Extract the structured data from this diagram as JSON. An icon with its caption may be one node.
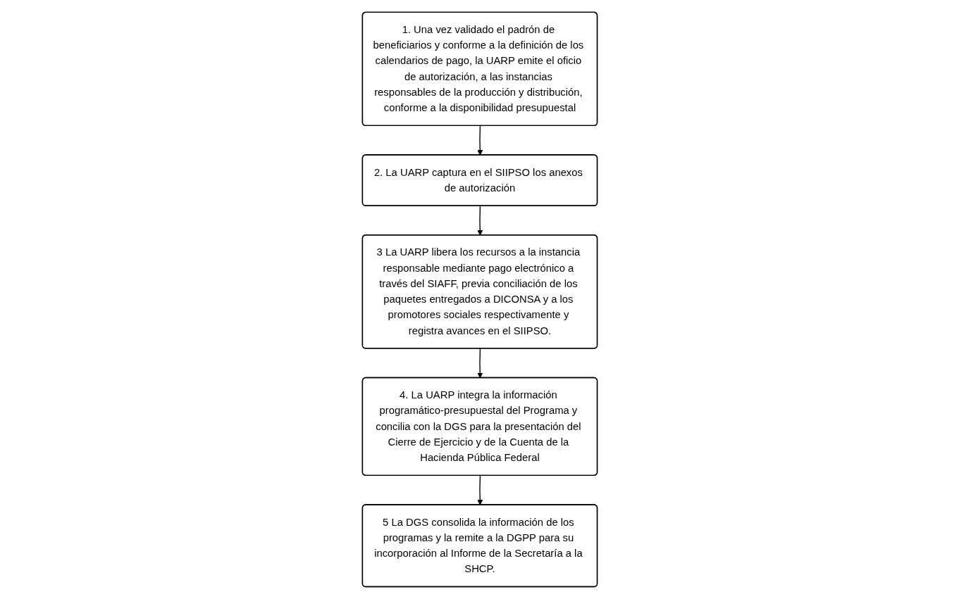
{
  "diagram": {
    "nodes": [
      {
        "text": [
          "1. Una vez validado el padrón de beneficiarios y conforme a la definición de los calendarios de pago, la UARP emite el oficio de autorización, a las instancias responsables de la producción y distribución, conforme a la disponibilidad presupuestal"
        ]
      },
      {
        "text": [
          "2. La UARP captura en el SIIPSO los anexos de autorización"
        ]
      },
      {
        "text": [
          "3 La UARP libera los recursos a la instancia responsable mediante pago electrónico a través del SIAFF, previa conciliación de los paquetes entregados a DICONSA y a los promotores sociales respectivamente y registra avances en el SIIPSO."
        ]
      },
      {
        "text": [
          "4. La UARP integra la información programático-presupuestal del Programa y concilia con la DGS para la presentación del Cierre de Ejercicio y de la Cuenta de la Hacienda Pública Federal"
        ]
      },
      {
        "text": [
          "5 La DGS consolida la información de los programas y la remite a la DGPP para su incorporación al Informe de la Secretaría a la SHCP."
        ]
      }
    ],
    "edges": [
      {
        "from": 0,
        "to": 1,
        "arrow": "to"
      },
      {
        "from": 1,
        "to": 2,
        "arrow": "to"
      },
      {
        "from": 2,
        "to": 3,
        "arrow": "to"
      },
      {
        "from": 3,
        "to": 4,
        "arrow": "to"
      }
    ]
  }
}
